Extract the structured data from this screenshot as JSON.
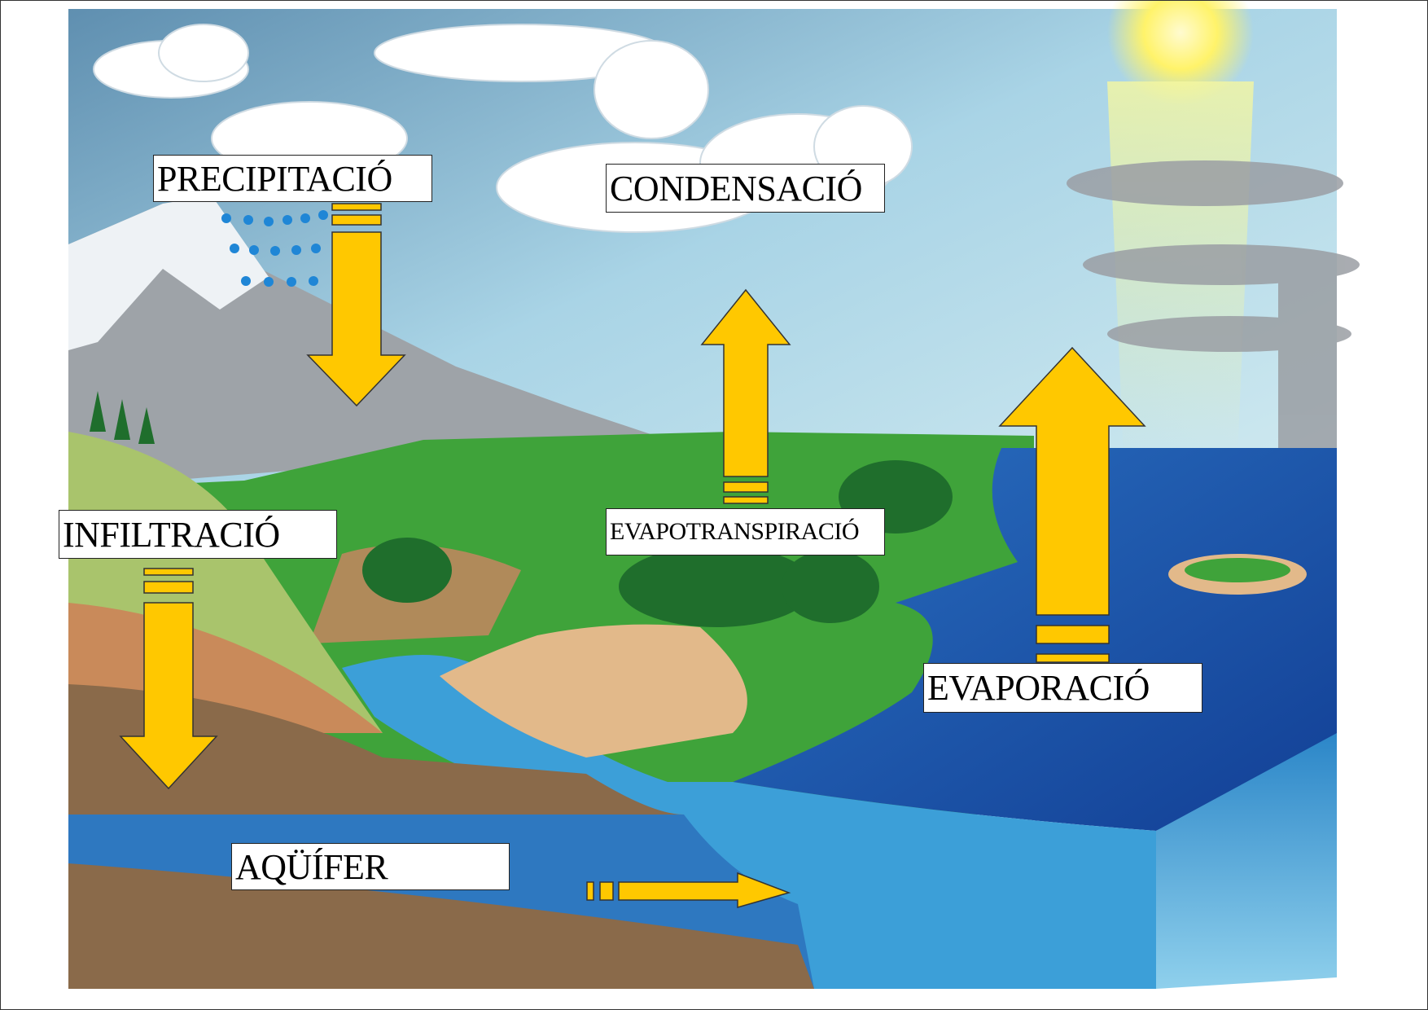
{
  "title": "Cicle de l'aigua",
  "labels": {
    "precipitation": "PRECIPITACIÓ",
    "condensation": "CONDENSACIÓ",
    "infiltration": "INFILTRACIÓ",
    "evapotranspiration": "EVAPOTRANSPIRACIÓ",
    "evaporation": "EVAPORACIÓ",
    "aquifer": "AQÜÍFER"
  },
  "colors": {
    "arrow": "#FFC800",
    "ocean": "#1B4FA3",
    "land": "#3FA33A",
    "sky": "#8FC6DE"
  }
}
